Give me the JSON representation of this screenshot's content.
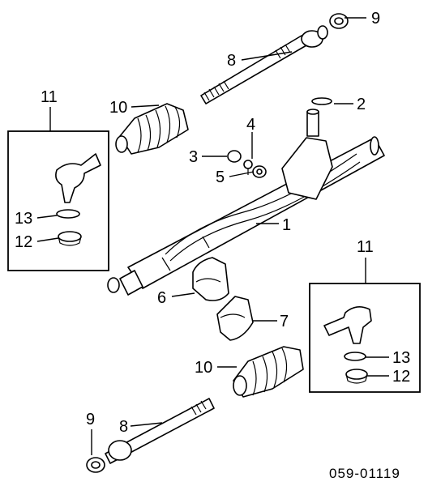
{
  "diagram": {
    "callouts": {
      "c1": "1",
      "c2": "2",
      "c3": "3",
      "c4": "4",
      "c5": "5",
      "c6": "6",
      "c7": "7",
      "c8_top": "8",
      "c8_bottom": "8",
      "c9_top": "9",
      "c9_bottom": "9",
      "c10_top": "10",
      "c10_bottom": "10",
      "c11_left": "11",
      "c11_right": "11",
      "c12_left": "12",
      "c12_right": "12",
      "c13_left": "13",
      "c13_right": "13"
    },
    "drawing_code": "059-01119"
  }
}
